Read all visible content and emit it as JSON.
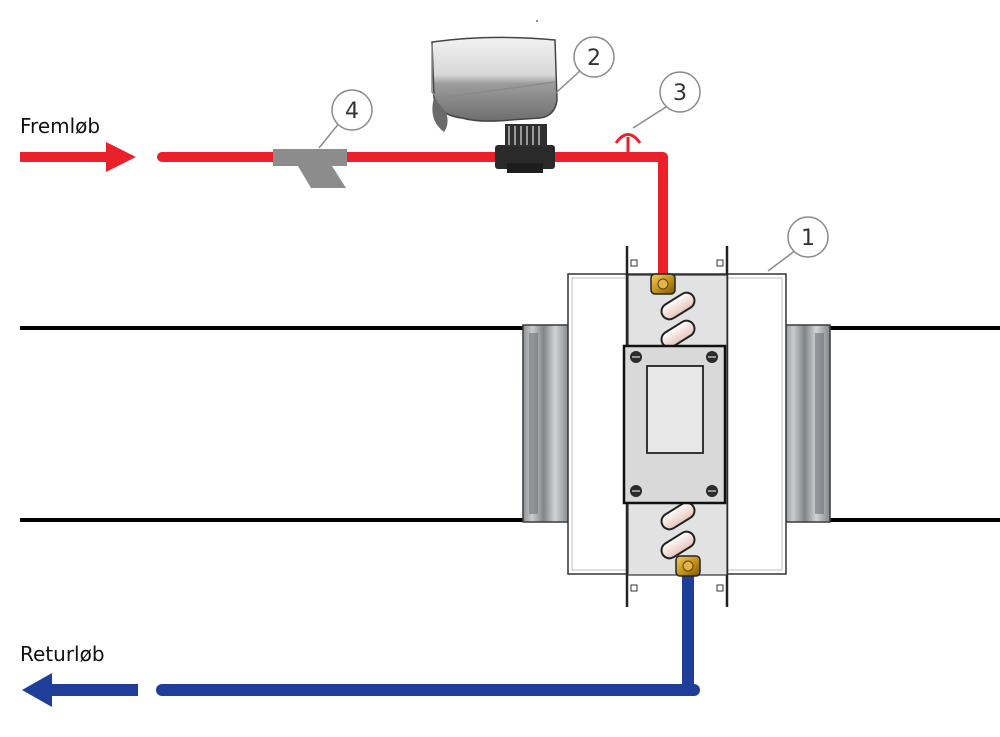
{
  "labels": {
    "supply": "Fremløb",
    "return": "Returløb"
  },
  "callouts": {
    "heater": "1",
    "actuator": "2",
    "air_vent": "3",
    "strainer": "4"
  },
  "colors": {
    "supply_pipe": "#e8212b",
    "return_pipe": "#1f3e99",
    "duct_line": "#000000",
    "callout_stroke": "#8a8a8a"
  }
}
